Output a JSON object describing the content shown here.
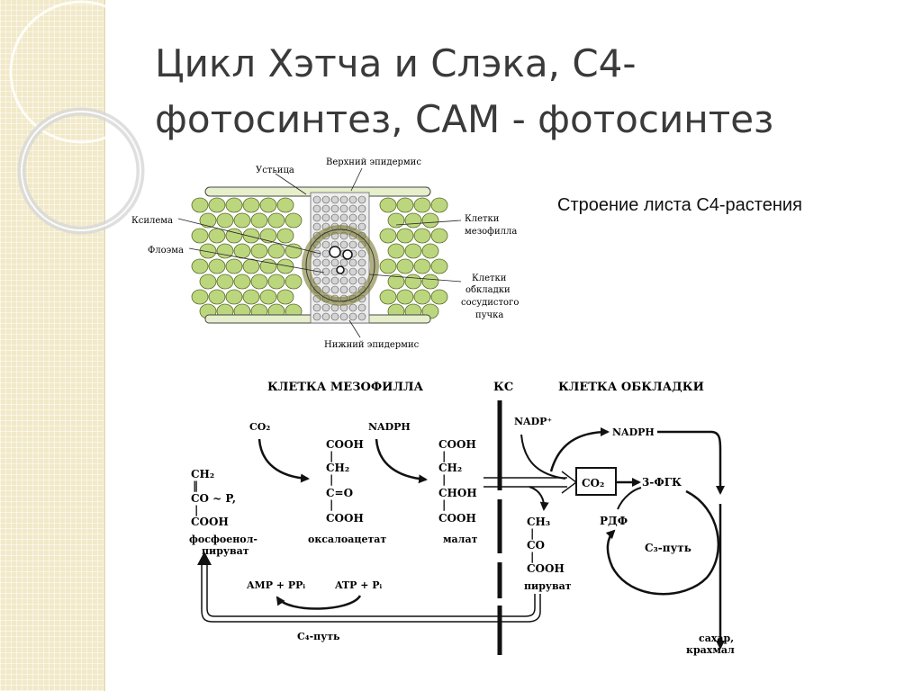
{
  "slide": {
    "title_line1": "Цикл Хэтча и Слэка, С4-",
    "title_line2": "фотосинтез, САМ - фотосинтез",
    "caption": "Строение листа С4-растения"
  },
  "leaf": {
    "stomata": "Устьица",
    "upper_epidermis": "Верхний эпидермис",
    "xylem": "Ксилема",
    "phloem": "Флоэма",
    "mesophyll_l1": "Клетки",
    "mesophyll_l2": "мезофилла",
    "sheath_l1": "Клетки",
    "sheath_l2": "обкладки",
    "sheath_l3": "сосудистого",
    "sheath_l4": "пучка",
    "lower_epidermis": "Нижний эпидермис"
  },
  "scheme": {
    "mesophyll_header": "КЛЕТКА  МЕЗОФИЛЛА",
    "ks_header": "КС",
    "sheath_header": "КЛЕТКА  ОБКЛАДКИ",
    "co2": "CO₂",
    "nadph_left": "NADPH",
    "nadp_plus": "NADP⁺",
    "nadph_right": "NADPH",
    "co2_box": "CO₂",
    "pga": "3-ФГК",
    "rdf": "РДФ",
    "c3_path": "C₃-путь",
    "pep": [
      "CH₂",
      "‖",
      "CO ~ P,",
      "|",
      "COOH"
    ],
    "pep_name_l1": "фосфоенол-",
    "pep_name_l2": "пируват",
    "oaa": [
      "COOH",
      "|",
      "CH₂",
      "|",
      "C=O",
      "|",
      "COOH"
    ],
    "oaa_name": "оксалоацетат",
    "malate": [
      "COOH",
      "|",
      "CH₂",
      "|",
      "CHOH",
      "|",
      "COOH"
    ],
    "malate_name": "малат",
    "pyruvate": [
      "CH₃",
      "|",
      "CO",
      "|",
      "COOH"
    ],
    "pyruvate_name": "пируват",
    "amp": "AMP + PPᵢ",
    "atp": "ATP + Pᵢ",
    "c4_path": "C₄-путь",
    "product_l1": "сахар,",
    "product_l2": "крахмал"
  }
}
